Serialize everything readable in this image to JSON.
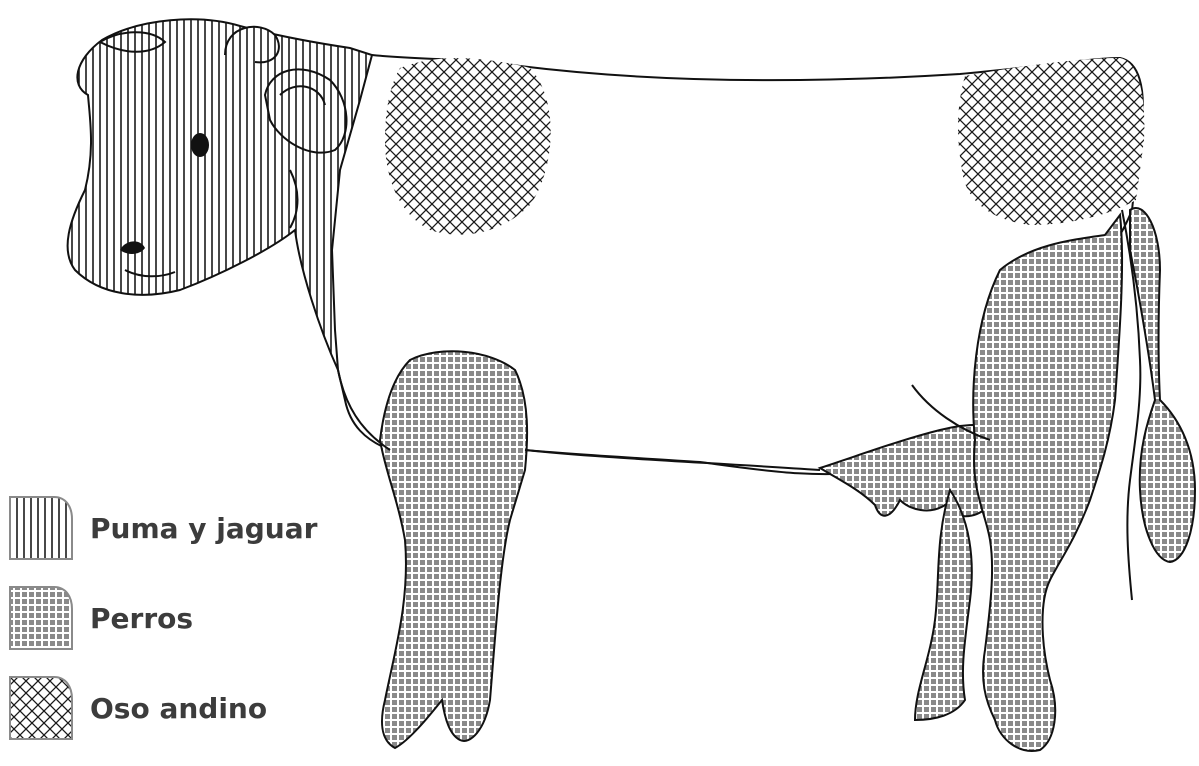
{
  "legend": {
    "items": [
      {
        "key": "puma",
        "label": "Puma y jaguar",
        "pattern": "vertical-stripes"
      },
      {
        "key": "dogs",
        "label": "Perros",
        "pattern": "grid-squares"
      },
      {
        "key": "bear",
        "label": "Oso andino",
        "pattern": "crosshatch"
      }
    ]
  },
  "colors": {
    "outline": "#111111",
    "stripe": "#1a1a1a",
    "grid": "#8a8a8a",
    "label": "#3c3c3c"
  }
}
